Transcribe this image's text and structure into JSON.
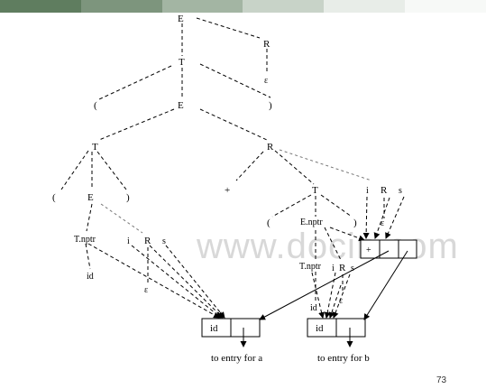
{
  "header_band_colors": [
    "#5f7d5f",
    "#7d957d",
    "#a3b5a3",
    "#c8d3c8",
    "#e8ede8",
    "#f7f9f7"
  ],
  "tree": {
    "root_E": "E",
    "root_R": "R",
    "root_R_eps": "ε",
    "T1": "T",
    "lparen1": "(",
    "E1": "E",
    "rparen1": ")",
    "T2": "T",
    "R2": "R",
    "lparen2": "(",
    "E2": "E",
    "rparen2": ")",
    "plus": "+",
    "T3": "T",
    "T_nptr_left": "T.nptr",
    "id_left": "id",
    "R_left_i": "i",
    "R_left": "R",
    "R_left_s": "s",
    "R_left_eps": "ε",
    "lparen3": "(",
    "E_nptr": "E.nptr",
    "rparen3": ")",
    "R_right_i": "i",
    "R_right": "R",
    "R_right_s": "s",
    "R_right_eps": "ε",
    "T_nptr_right": "T.nptr",
    "id_right": "id",
    "R_inner_i": "i",
    "R_inner": "R",
    "R_inner_s": "s",
    "R_inner_eps": "ε"
  },
  "nodes": {
    "plus_node_op": "+",
    "id_a_label": "id",
    "id_b_label": "id"
  },
  "captions": {
    "entry_a": "to entry for a",
    "entry_b": "to entry for b"
  },
  "watermark": "www.docin.com",
  "page_number": "73"
}
